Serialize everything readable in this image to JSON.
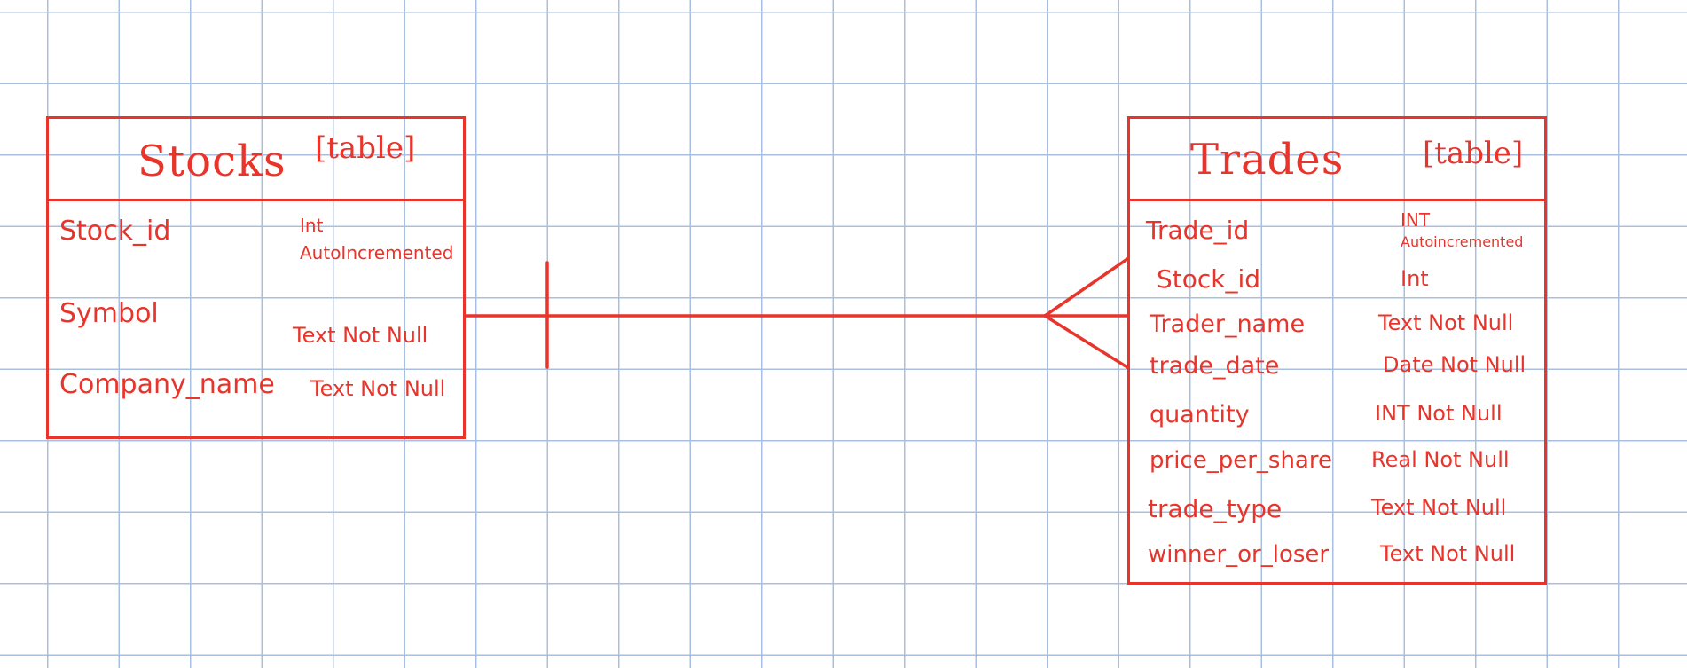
{
  "stocks": {
    "title": "Stocks",
    "kind": "[table]",
    "fields": [
      {
        "name": "Stock_id",
        "type_line1": "Int",
        "type_line2": "AutoIncremented"
      },
      {
        "name": "Symbol",
        "type": "Text Not Null"
      },
      {
        "name": "Company_name",
        "type": "Text Not Null"
      }
    ]
  },
  "trades": {
    "title": "Trades",
    "kind": "[table]",
    "fields": [
      {
        "name": "Trade_id",
        "type_line1": "INT",
        "type_line2": "Autoincremented"
      },
      {
        "name": "Stock_id",
        "type": "Int"
      },
      {
        "name": "Trader_name",
        "type": "Text Not Null"
      },
      {
        "name": "trade_date",
        "type": "Date Not Null"
      },
      {
        "name": "quantity",
        "type": "INT Not Null"
      },
      {
        "name": "price_per_share",
        "type": "Real Not Null"
      },
      {
        "name": "trade_type",
        "type": "Text Not Null"
      },
      {
        "name": "winner_or_loser",
        "type": "Text Not Null"
      }
    ]
  },
  "relationship": {
    "from": "Stocks.Stock_id",
    "to": "Trades.Stock_id",
    "cardinality": "one-to-many"
  },
  "colors": {
    "ink": "#e8342a",
    "grid": "#a9bfe0",
    "paper": "#ffffff"
  }
}
